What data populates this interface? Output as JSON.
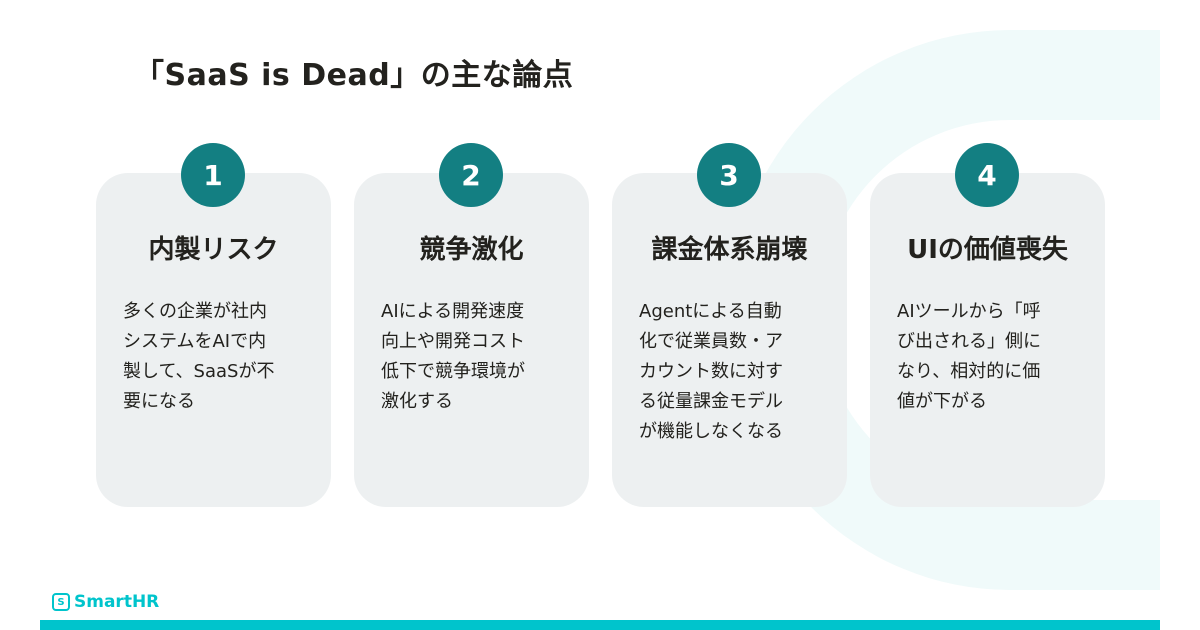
{
  "title": "「SaaS is Dead」の主な論点",
  "cards": [
    {
      "number": "1",
      "title": "内製リスク",
      "lines": [
        "多くの企業が社内",
        "システムをAIで内",
        "製して、SaaSが不",
        "要になる"
      ]
    },
    {
      "number": "2",
      "title": "競争激化",
      "lines": [
        "AIによる開発速度",
        "向上や開発コスト",
        "低下で競争環境が",
        "激化する"
      ]
    },
    {
      "number": "3",
      "title": "課金体系崩壊",
      "lines": [
        "Agentによる自動",
        "化で従業員数・ア",
        "カウント数に対す",
        "る従量課金モデル",
        "が機能しなくなる"
      ]
    },
    {
      "number": "4",
      "title": "UIの価値喪失",
      "lines": [
        "AIツールから「呼",
        "び出される」側に",
        "なり、相対的に価",
        "値が下がる"
      ]
    }
  ],
  "logo": {
    "mark": "S",
    "text": "SmartHR"
  },
  "colors": {
    "accent": "#137f82",
    "brand": "#00c4cc",
    "card": "#edf0f1"
  }
}
